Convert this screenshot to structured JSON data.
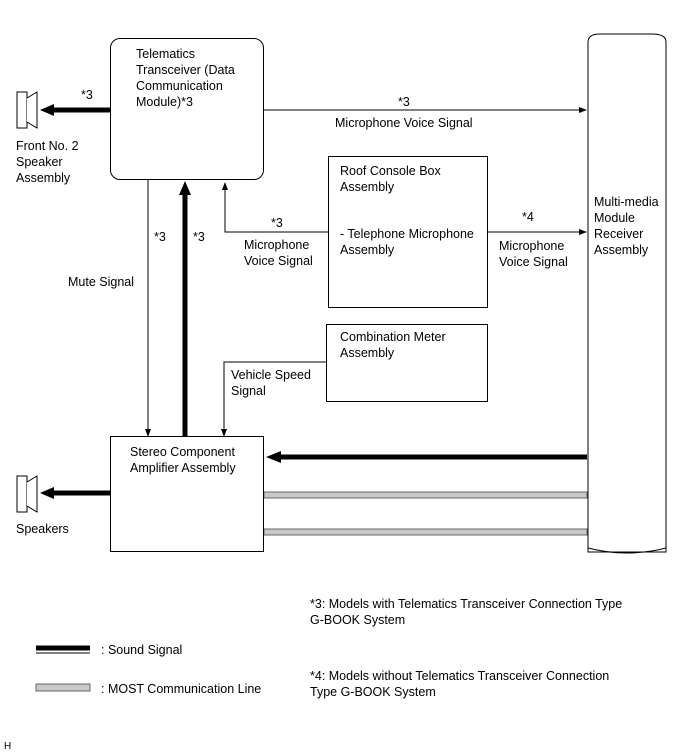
{
  "telematics": {
    "line1": "Telematics",
    "line2": "Transceiver (Data",
    "line3": "Communication",
    "line4": "Module)*3"
  },
  "front_speaker": {
    "line1": "Front No. 2",
    "line2": "Speaker",
    "line3": "Assembly"
  },
  "roof_console": {
    "line1": "Roof Console Box",
    "line2": "Assembly",
    "line3": "- Telephone Microphone",
    "line4": "Assembly"
  },
  "combination_meter": {
    "line1": "Combination Meter",
    "line2": "Assembly"
  },
  "amplifier": {
    "line1": "Stereo Component",
    "line2": "Amplifier Assembly"
  },
  "receiver": {
    "line1": "Multi-media",
    "line2": "Module",
    "line3": "Receiver",
    "line4": "Assembly"
  },
  "speakers": {
    "label": "Speakers"
  },
  "signals": {
    "star3_front": "*3",
    "star3_mic_top": "*3",
    "mic_voice_top": "Microphone Voice Signal",
    "star3_left1": "*3",
    "star3_left2": "*3",
    "star3_mic_left": "*3",
    "mic_voice_left_1": "Microphone",
    "mic_voice_left_2": "Voice Signal",
    "star4_mic_right": "*4",
    "mic_voice_right_1": "Microphone",
    "mic_voice_right_2": "Voice Signal",
    "mute": "Mute Signal",
    "vehicle_speed_1": "Vehicle Speed",
    "vehicle_speed_2": "Signal"
  },
  "notes": {
    "note3_1": "*3: Models with Telematics Transceiver Connection Type",
    "note3_2": "G-BOOK System",
    "note4_1": "*4: Models without Telematics Transceiver Connection",
    "note4_2": "Type G-BOOK System"
  },
  "legend": {
    "sound": ": Sound Signal",
    "most": ": MOST Communication Line"
  },
  "corner_mark": "H",
  "colors": {
    "line": "#000000",
    "most_fill": "#c8c8c8",
    "most_stroke": "#666666"
  }
}
